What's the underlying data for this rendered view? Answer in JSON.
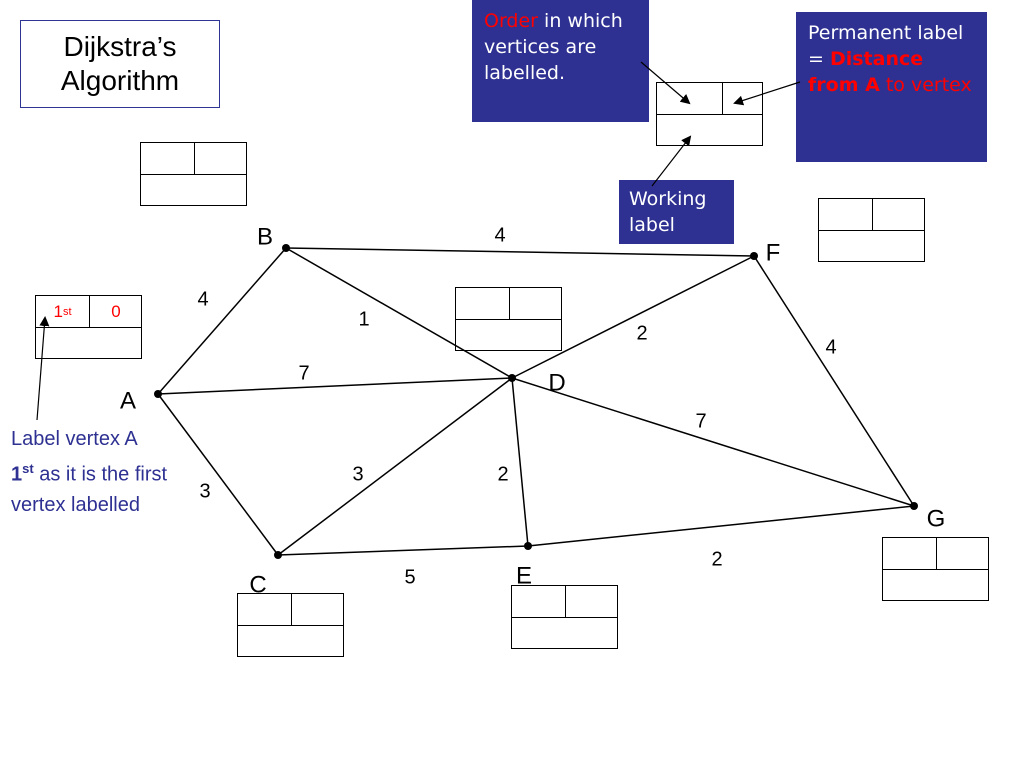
{
  "title": {
    "line1": "Dijkstra’s",
    "line2": "Algorithm"
  },
  "order_note": {
    "word": "Order",
    "rest": " in which vertices are labelled."
  },
  "permanent_note": {
    "prefix": "Permanent label = ",
    "bold": "Distance from A",
    "suffix": " to vertex"
  },
  "working_note": {
    "text": "Working label"
  },
  "vertex_a_label": {
    "order": "1",
    "order_sup": "st",
    "permanent": "0"
  },
  "annotation": {
    "line1": "Label vertex A",
    "bold": "1",
    "sup": "st",
    "rest": " as it is the first vertex labelled"
  },
  "vertices": {
    "A": "A",
    "B": "B",
    "C": "C",
    "D": "D",
    "E": "E",
    "F": "F",
    "G": "G"
  },
  "edges": [
    {
      "from": "A",
      "to": "B",
      "weight": "4"
    },
    {
      "from": "A",
      "to": "D",
      "weight": "7"
    },
    {
      "from": "A",
      "to": "C",
      "weight": "3"
    },
    {
      "from": "B",
      "to": "F",
      "weight": "4"
    },
    {
      "from": "B",
      "to": "D",
      "weight": "1"
    },
    {
      "from": "C",
      "to": "D",
      "weight": "3"
    },
    {
      "from": "C",
      "to": "E",
      "weight": "5"
    },
    {
      "from": "D",
      "to": "F",
      "weight": "2"
    },
    {
      "from": "D",
      "to": "E",
      "weight": "2"
    },
    {
      "from": "D",
      "to": "G",
      "weight": "7"
    },
    {
      "from": "F",
      "to": "G",
      "weight": "4"
    },
    {
      "from": "E",
      "to": "G",
      "weight": "2"
    }
  ],
  "colors": {
    "note_bg": "#2e3192",
    "highlight": "#ff0000",
    "annotation": "#2e3192"
  }
}
